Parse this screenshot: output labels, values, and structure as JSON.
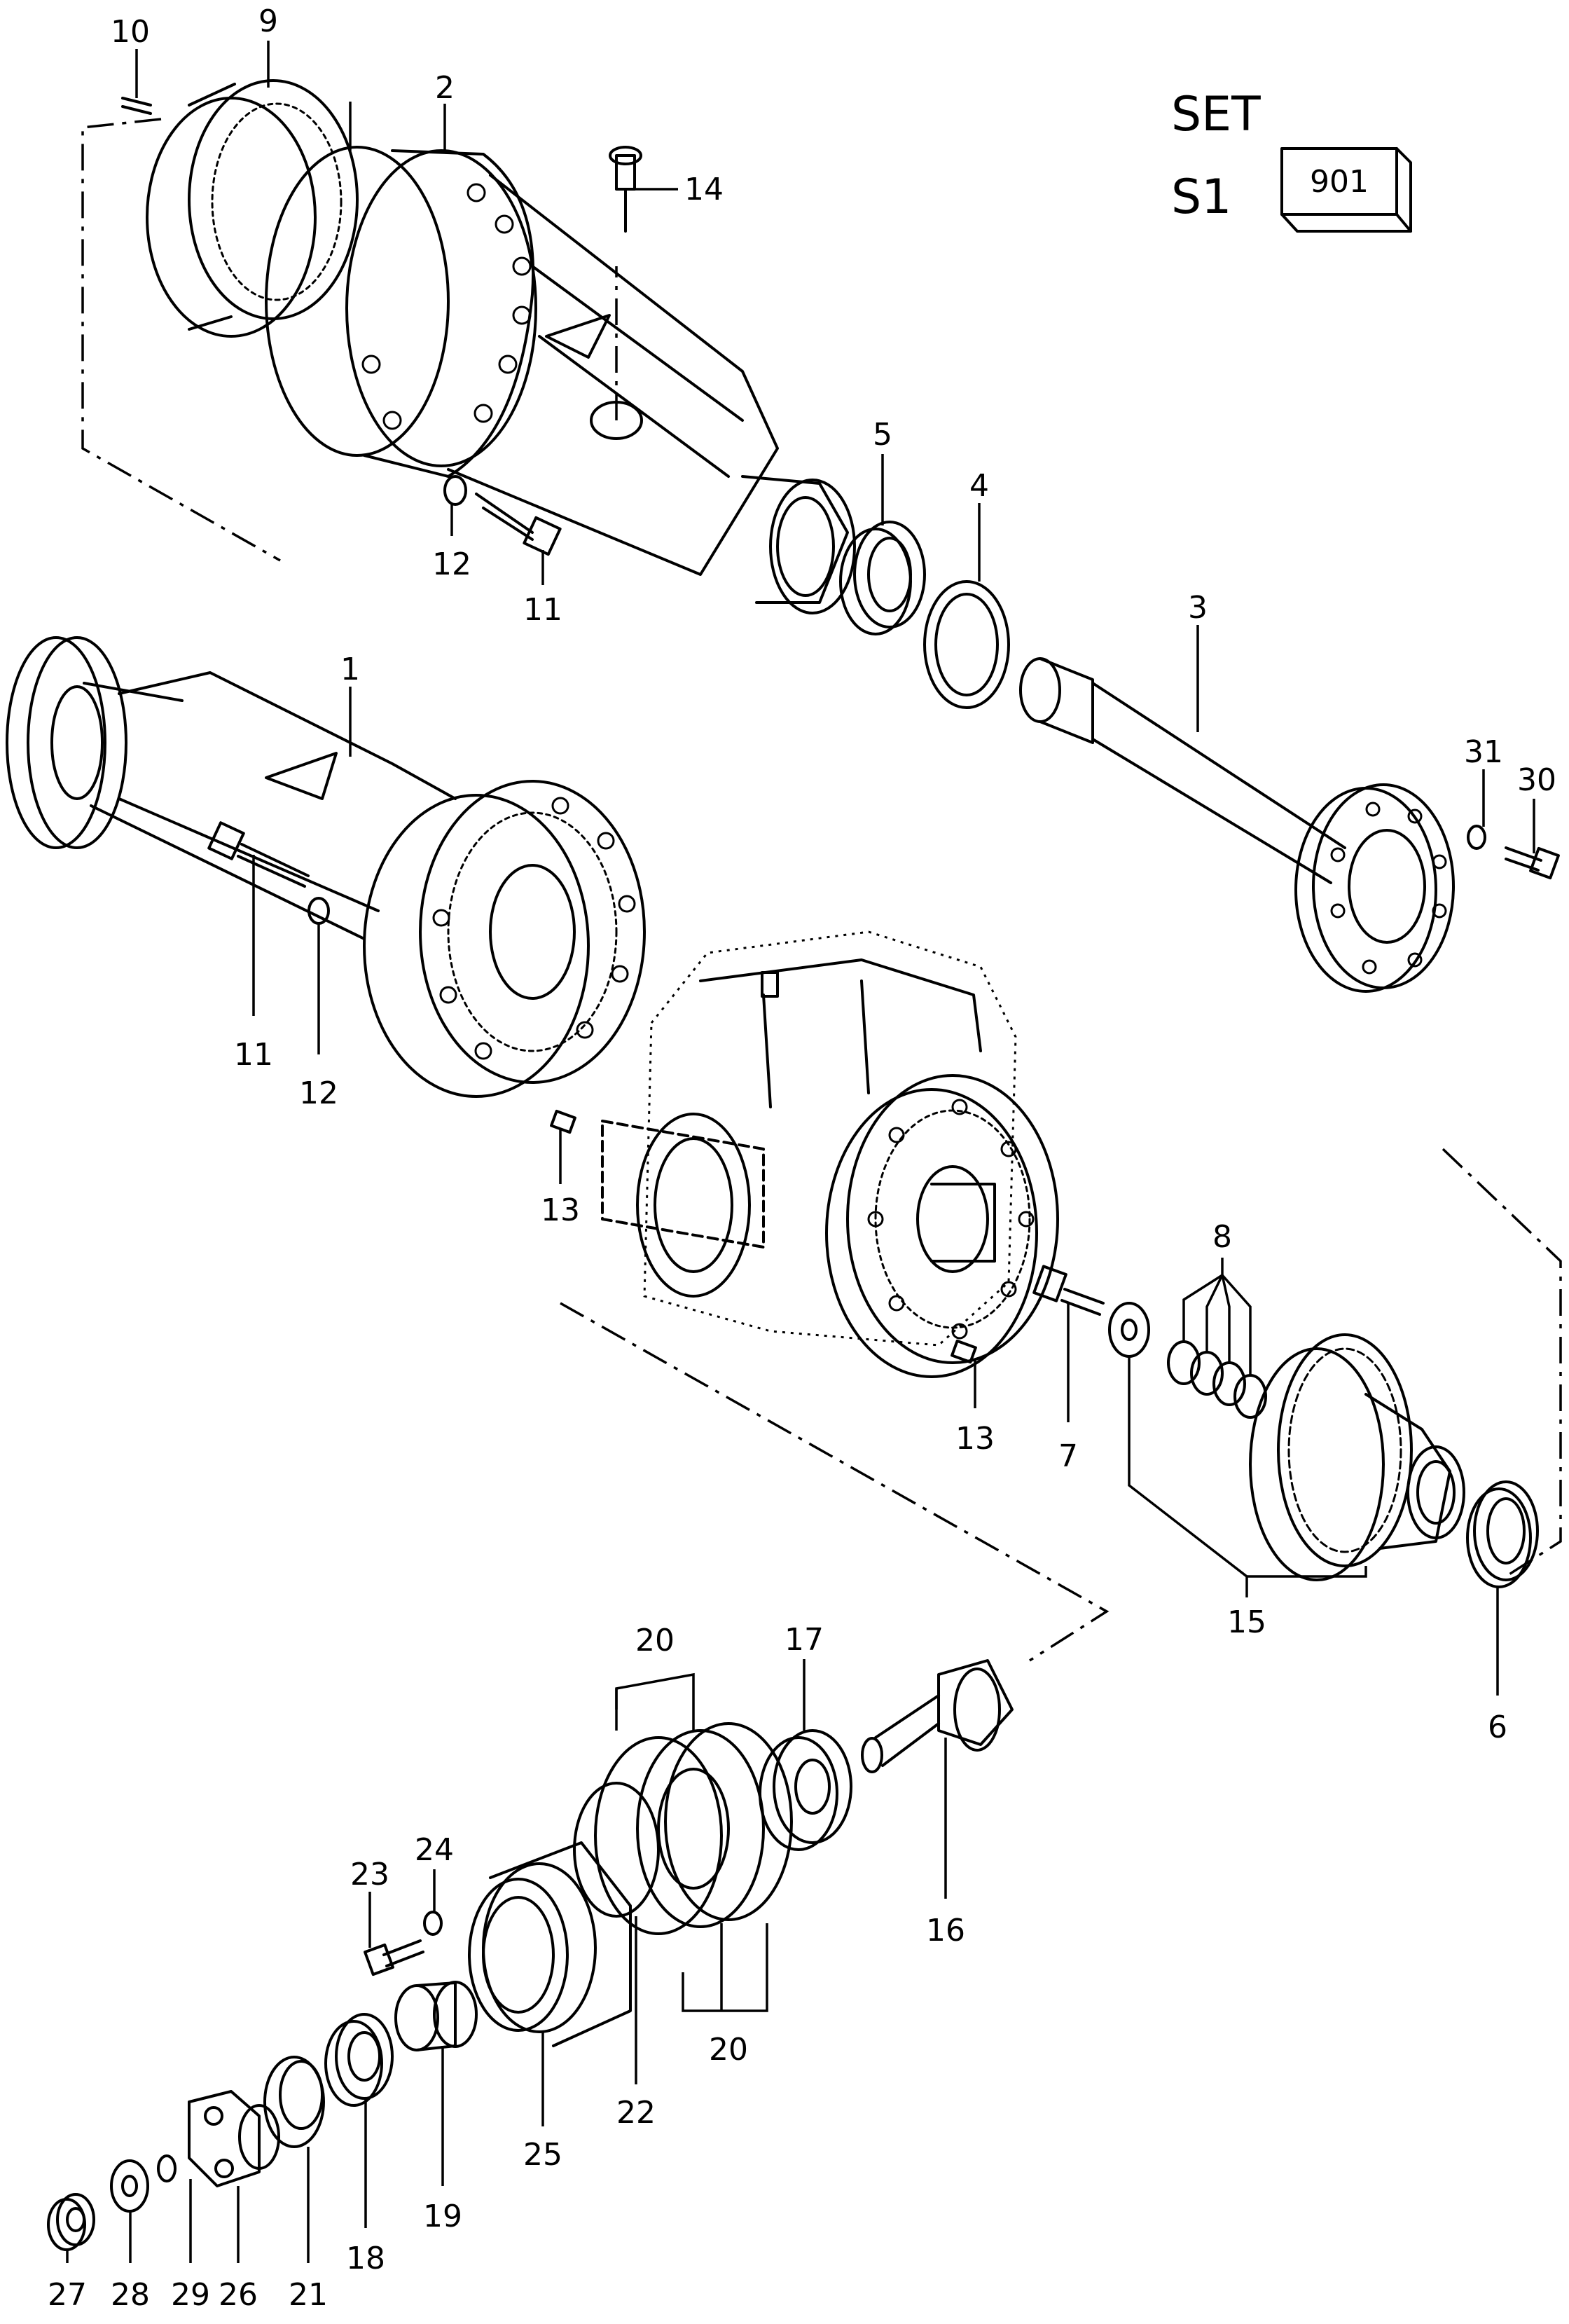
{
  "header": {
    "set_label": "SET",
    "s1_label": "S1",
    "box_value": "901"
  },
  "callouts": {
    "c1": "1",
    "c2": "2",
    "c3": "3",
    "c4": "4",
    "c5": "5",
    "c6": "6",
    "c7": "7",
    "c8": "8",
    "c9": "9",
    "c10": "10",
    "c11a": "11",
    "c11b": "11",
    "c12a": "12",
    "c12b": "12",
    "c13a": "13",
    "c13b": "13",
    "c14": "14",
    "c15": "15",
    "c16": "16",
    "c17": "17",
    "c18": "18",
    "c19": "19",
    "c20a": "20",
    "c20b": "20",
    "c21": "21",
    "c22": "22",
    "c23": "23",
    "c24": "24",
    "c25": "25",
    "c26": "26",
    "c27": "27",
    "c28": "28",
    "c29": "29",
    "c30": "30",
    "c31": "31"
  }
}
